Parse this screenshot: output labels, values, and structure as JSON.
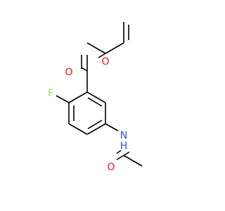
{
  "atom_labels": {
    "ester_oxygen": "O",
    "carbonyl_oxygen": "O",
    "fluorine": "F",
    "amide_nitrogen": "N",
    "amide_hydrogen": "H",
    "acetyl_oxygen": "O"
  },
  "colors": {
    "oxygen": "#ff0d0d",
    "fluorine": "#90e050",
    "nitrogen": "#3050f8",
    "bond": "#000000",
    "background": "#ffffff"
  }
}
